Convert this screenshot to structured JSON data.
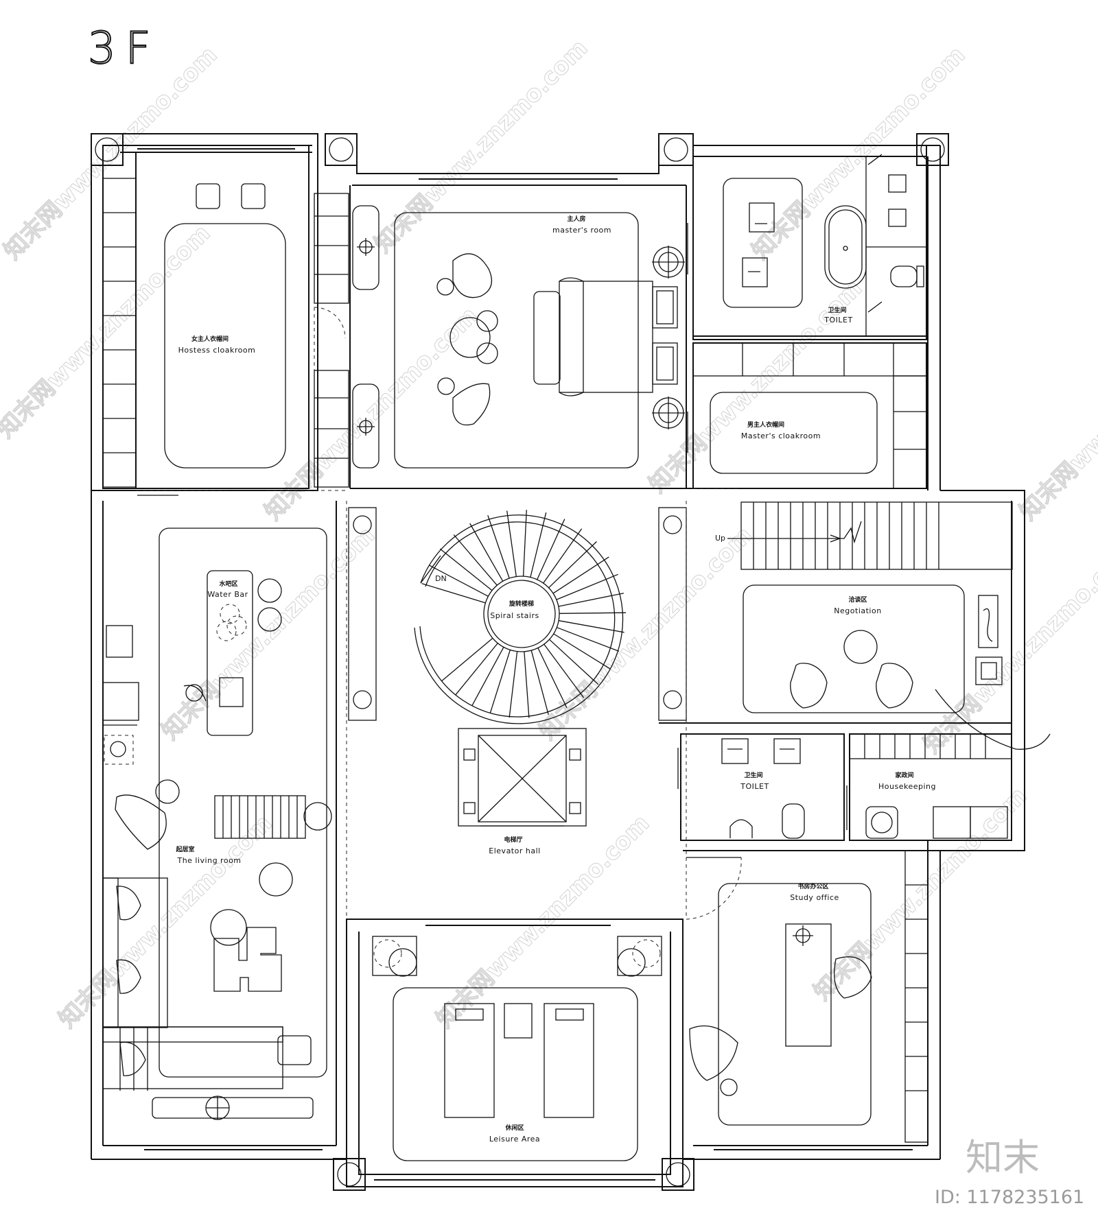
{
  "floor_label": "3F",
  "rooms": {
    "hostess_cloakroom": {
      "cn": "女主人衣帽间",
      "en": "Hostess cloakroom"
    },
    "masters_room": {
      "cn": "主人房",
      "en": "master's room"
    },
    "toilet_master": {
      "cn": "卫生间",
      "en": "TOILET"
    },
    "masters_cloakroom": {
      "cn": "男主人衣帽间",
      "en": "Master's cloakroom"
    },
    "water_bar": {
      "cn": "水吧区",
      "en": "Water Bar"
    },
    "spiral_stairs": {
      "cn": "旋转楼梯",
      "en": "Spiral stairs"
    },
    "negotiation": {
      "cn": "洽谈区",
      "en": "Negotiation"
    },
    "toilet_public": {
      "cn": "卫生间",
      "en": "TOILET"
    },
    "housekeeping": {
      "cn": "家政间",
      "en": "Housekeeping"
    },
    "elevator_hall": {
      "cn": "电梯厅",
      "en": "Elevator hall"
    },
    "living_room": {
      "cn": "起居室",
      "en": "The living room"
    },
    "study_office": {
      "cn": "书房办公区",
      "en": "Study office"
    },
    "leisure_area": {
      "cn": "休闲区",
      "en": "Leisure Area"
    }
  },
  "stair_labels": {
    "up": "Up",
    "down": "DN"
  },
  "watermark": {
    "brand": "知末",
    "image_id": "ID: 1178235161",
    "tile": "知末网www.znzmo.com"
  }
}
